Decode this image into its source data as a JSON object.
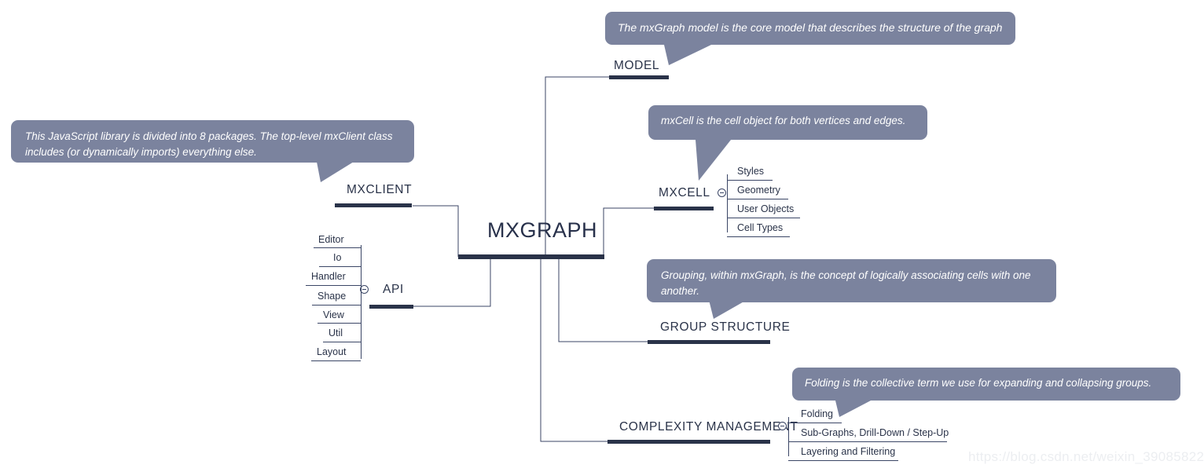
{
  "diagram": {
    "type": "mind-map",
    "title": "MXGRAPH",
    "watermark": "https://blog.csdn.net/weixin_39085822",
    "colors": {
      "node_dark": "#2a3349",
      "callout_bg": "#7b839e",
      "callout_text": "#ffffff",
      "connector": "#3b4666",
      "background": "#ffffff",
      "watermark": "#eceef1"
    },
    "root": {
      "label": "MXGRAPH"
    },
    "branches": [
      {
        "id": "model",
        "label": "MODEL"
      },
      {
        "id": "mxcell",
        "label": "MXCELL"
      },
      {
        "id": "mxclient",
        "label": "MXCLIENT"
      },
      {
        "id": "api",
        "label": "API"
      },
      {
        "id": "group",
        "label": "GROUP STRUCTURE"
      },
      {
        "id": "complexity",
        "label": "COMPLEXITY MANAGEMENT"
      }
    ],
    "sub_items": {
      "mxcell": [
        "Styles",
        "Geometry",
        "User Objects",
        "Cell Types"
      ],
      "api": [
        "Editor",
        "Io",
        "Handler",
        "Shape",
        "View",
        "Util",
        "Layout"
      ],
      "complexity": [
        "Folding",
        "Sub-Graphs, Drill-Down / Step-Up",
        "Layering and Filtering"
      ]
    },
    "callouts": [
      {
        "id": "model-note",
        "target": "MODEL",
        "text": "The mxGraph model is the core model that describes the structure of the graph"
      },
      {
        "id": "mxcell-note",
        "target": "MXCELL",
        "text": "mxCell is the cell object for both vertices and edges."
      },
      {
        "id": "mxclient-note",
        "target": "MXCLIENT",
        "text": "This JavaScript library is divided into 8 packages.  The top-level mxClient class includes (or dynamically imports) everything else."
      },
      {
        "id": "group-note",
        "target": "GROUP STRUCTURE",
        "text": "Grouping, within mxGraph, is the concept of logically associating cells with one another."
      },
      {
        "id": "folding-note",
        "target": "Folding",
        "text": "Folding is the collective term we use for expanding and collapsing groups."
      }
    ]
  }
}
